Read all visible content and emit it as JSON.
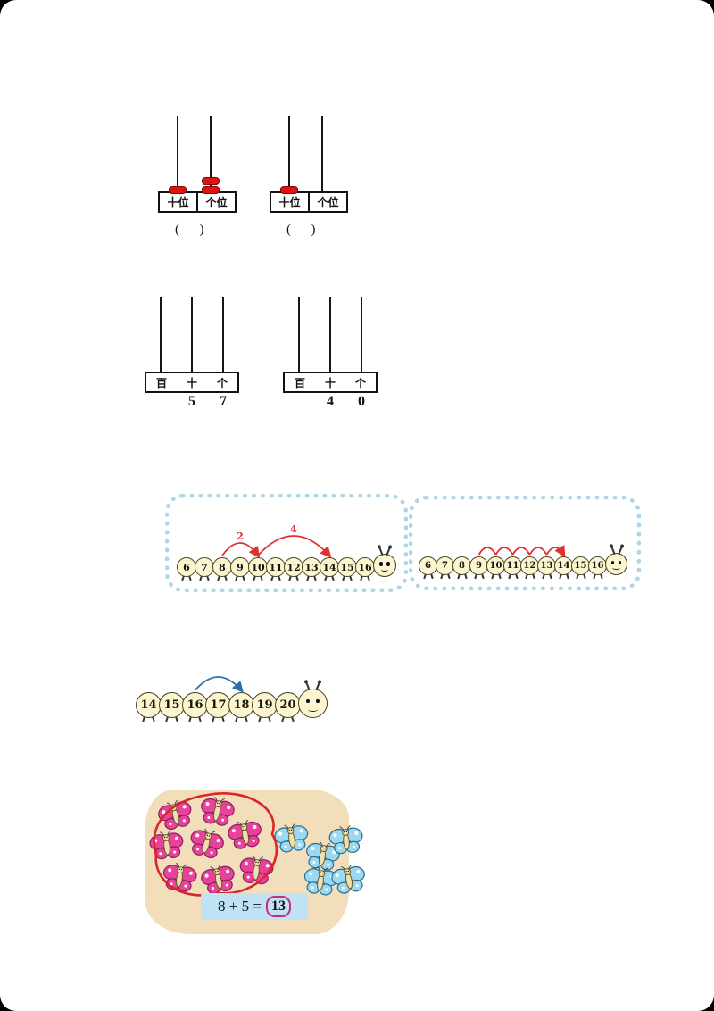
{
  "abacus_section": {
    "place_labels": [
      "十位",
      "个位"
    ],
    "bead_color": "#e01111",
    "left_abacus": {
      "tens_beads": 1,
      "ones_beads": 2,
      "answer": "(      )"
    },
    "right_abacus": {
      "tens_beads": 1,
      "ones_beads": 0,
      "answer": "(      )"
    }
  },
  "place_value_section": {
    "place_labels": [
      "百",
      "十",
      "个"
    ],
    "left_chart": {
      "digits": [
        "5",
        "7"
      ]
    },
    "right_chart": {
      "digits": [
        "4",
        "0"
      ]
    }
  },
  "caterpillars": {
    "cloud_left": {
      "numbers": [
        "6",
        "7",
        "8",
        "9",
        "10",
        "11",
        "12",
        "13",
        "14",
        "15",
        "16"
      ],
      "arcs": [
        {
          "from_index": 2,
          "to_index": 4,
          "label": "2",
          "color": "#e03030",
          "height": 14,
          "arrow": true
        },
        {
          "from_index": 4,
          "to_index": 8,
          "label": "4",
          "color": "#e03030",
          "height": 22,
          "arrow": true
        }
      ]
    },
    "cloud_right": {
      "numbers": [
        "6",
        "7",
        "8",
        "9",
        "10",
        "11",
        "12",
        "13",
        "14",
        "15",
        "16"
      ],
      "arcs": [
        {
          "from_index": 3,
          "to_index": 4,
          "color": "#e03030",
          "height": 8,
          "arrow": false
        },
        {
          "from_index": 4,
          "to_index": 5,
          "color": "#e03030",
          "height": 8,
          "arrow": false
        },
        {
          "from_index": 5,
          "to_index": 6,
          "color": "#e03030",
          "height": 8,
          "arrow": false
        },
        {
          "from_index": 6,
          "to_index": 7,
          "color": "#e03030",
          "height": 8,
          "arrow": false
        },
        {
          "from_index": 7,
          "to_index": 8,
          "color": "#e03030",
          "height": 8,
          "arrow": true
        }
      ]
    },
    "number_line": {
      "numbers": [
        "14",
        "15",
        "16",
        "17",
        "18",
        "19",
        "20"
      ],
      "arcs": [
        {
          "from_index": 2,
          "to_index": 4,
          "color": "#2e6fae",
          "height": 15,
          "arrow": true
        }
      ]
    }
  },
  "butterfly_task": {
    "pink_group": {
      "count": 8,
      "wing_color": "#e8429a",
      "wing_edge": "#8c1c5c"
    },
    "blue_group": {
      "count": 5,
      "wing_color": "#9ad9f2",
      "wing_edge": "#2b6b8f"
    },
    "equation": {
      "expression": "8 + 5 =",
      "answer": "13"
    },
    "colors": {
      "panel_bg": "#f2debb",
      "equation_bg": "#bfe2f4",
      "answer_ring": "#cc2a7a",
      "loop": "#d8262a"
    }
  }
}
